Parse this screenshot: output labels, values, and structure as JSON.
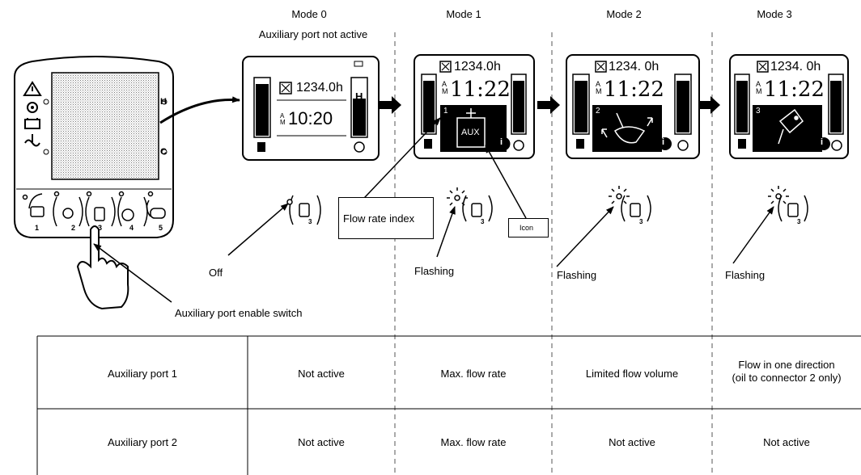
{
  "modes": [
    {
      "title": "Mode 0",
      "subtitle": "Auxiliary port not active",
      "hours": "1234.0h",
      "time": "10:20",
      "ampm": "AM",
      "button_state": "Off"
    },
    {
      "title": "Mode 1",
      "hours": "1234.0h",
      "time": "11:22",
      "ampm": "AM",
      "flow_index": "1",
      "icon_text": "AUX",
      "button_state": "Flashing"
    },
    {
      "title": "Mode 2",
      "hours": "1234. 0h",
      "time": "11:22",
      "ampm": "AM",
      "flow_index": "2",
      "button_state": "Flashing"
    },
    {
      "title": "Mode 3",
      "hours": "1234. 0h",
      "time": "11:22",
      "ampm": "AM",
      "flow_index": "3",
      "button_state": "Flashing"
    }
  ],
  "callouts": {
    "flow_rate_index": "Flow rate index",
    "icon": "Icon",
    "enable_switch": "Auxiliary port enable switch"
  },
  "panel": {
    "button_numbers": [
      "1",
      "2",
      "3",
      "4",
      "5"
    ],
    "side_keys": [
      "H",
      "C"
    ]
  },
  "table": {
    "rows": [
      {
        "label": "Auxiliary port 1",
        "values": [
          "Not active",
          "Max. flow rate",
          "Limited flow volume",
          "Flow in one direction\n(oil to connector 2 only)"
        ]
      },
      {
        "label": "Auxiliary port 2",
        "values": [
          "Not active",
          "Max. flow rate",
          "Not active",
          "Not active"
        ]
      }
    ]
  }
}
